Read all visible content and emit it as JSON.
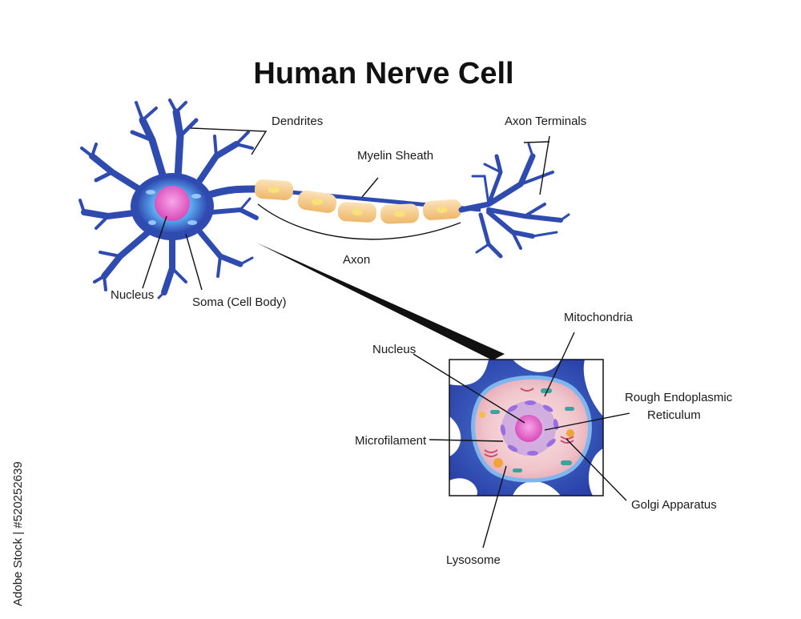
{
  "title": "Human Nerve Cell",
  "labels": {
    "dendrites": "Dendrites",
    "myelin_sheath": "Myelin Sheath",
    "axon_terminals": "Axon Terminals",
    "axon": "Axon",
    "nucleus": "Nucleus",
    "soma": "Soma (Cell Body)",
    "inset_nucleus": "Nucleus",
    "mitochondria": "Mitochondria",
    "rough_er_line1": "Rough Endoplasmic",
    "rough_er_line2": "Reticulum",
    "microfilament": "Microfilament",
    "golgi": "Golgi Apparatus",
    "lysosome": "Lysosome"
  },
  "watermark": "Adobe Stock | #520252639",
  "colors": {
    "neuron_blue": "#2f4bb0",
    "neuron_light": "#5aa8f0",
    "nucleus_pink": "#e462c8",
    "myelin": "#f3c98a",
    "cytoplasm": "#f3c9cf"
  }
}
